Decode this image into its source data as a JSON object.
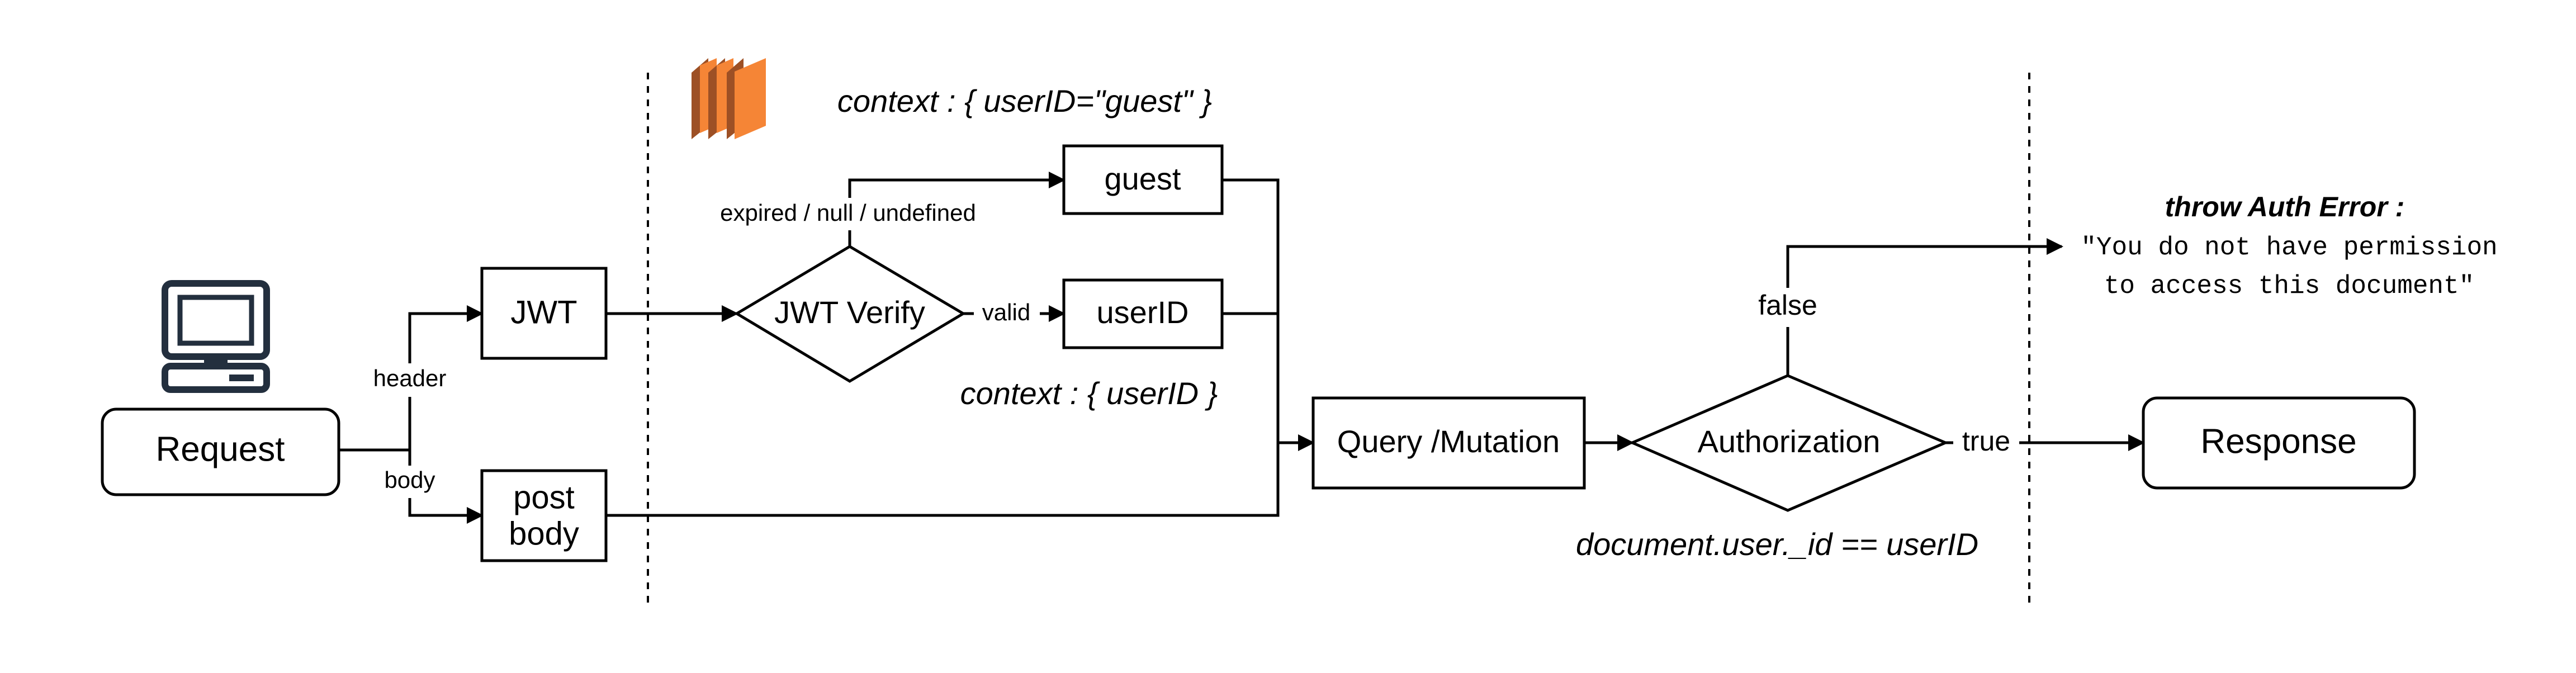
{
  "nodes": {
    "request": "Request",
    "jwt": "JWT",
    "post_body_line1": "post",
    "post_body_line2": "body",
    "jwt_verify": "JWT Verify",
    "guest": "guest",
    "user_id": "userID",
    "query_mutation": "Query /Mutation",
    "authorization": "Authorization",
    "response": "Response"
  },
  "edge_labels": {
    "header": "header",
    "body": "body",
    "expired": "expired / null / undefined",
    "valid": "valid",
    "false": "false",
    "true": "true"
  },
  "annotations": {
    "context_guest": "context : { userID=\"guest\" }",
    "context_user": "context : { userID }",
    "condition": "document.user._id == userID",
    "error_title": "throw Auth Error :",
    "error_line1": "\"You do not have permission",
    "error_line2": "to access this document\""
  },
  "icons": {
    "client": "computer-icon",
    "server": "aws-ec2-icon"
  },
  "colors": {
    "line": "#000000",
    "aws_orange": "#F58536",
    "aws_orange_dark": "#9D5025"
  }
}
